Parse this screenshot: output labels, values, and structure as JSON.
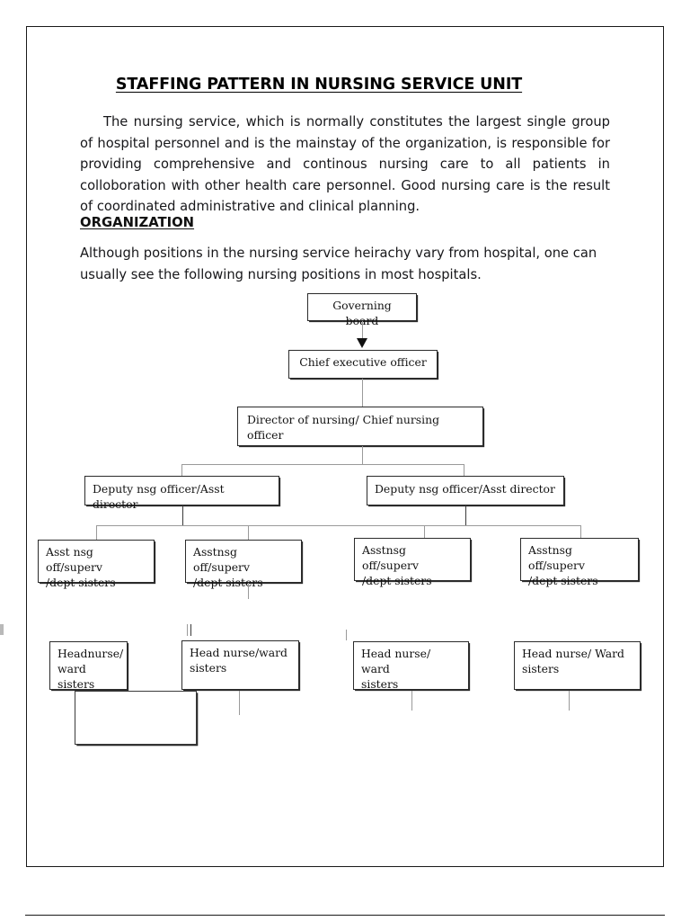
{
  "document": {
    "title": "STAFFING PATTERN IN NURSING SERVICE UNIT",
    "intro_paragraph": "The nursing service, which is normally constitutes the largest single group of hospital personnel and is the mainstay of the organization, is responsible for providing comprehensive and continous nursing care to all patients in colloboration with other health care personnel. Good nursing care is the result of coordinated administrative and clinical planning.",
    "section_heading": "ORGANIZATION",
    "section_paragraph": "Although positions in the nursing service heirachy vary from hospital, one can usually see the following nursing positions in most hospitals."
  },
  "org_chart": {
    "level1": {
      "governing_board": "Governing board"
    },
    "level2": {
      "chief_executive_officer": "Chief executive officer"
    },
    "level3": {
      "director_of_nursing": "Director of nursing/ Chief nursing officer"
    },
    "level4": [
      {
        "label": "Deputy nsg officer/Asst director"
      },
      {
        "label": "Deputy nsg officer/Asst director"
      }
    ],
    "level5": [
      {
        "label": "Asst nsg off/superv\n/dept sisters"
      },
      {
        "label": "Asstnsg off/superv\n/dept sisters"
      },
      {
        "label": "Asstnsg off/superv\n/dept sisters"
      },
      {
        "label": "Asstnsg off/superv\n/dept sisters"
      }
    ],
    "level6": [
      {
        "label": "Headnurse/\nward sisters"
      },
      {
        "label": "Head nurse/ward\nsisters"
      },
      {
        "label": "Head nurse/ ward\nsisters"
      },
      {
        "label": "Head nurse/ Ward\nsisters"
      }
    ],
    "level7": [
      {
        "label": ""
      }
    ],
    "colors": {
      "box_border": "#2b2b2b",
      "connector": "#9a9a9a",
      "text": "#121212"
    }
  }
}
